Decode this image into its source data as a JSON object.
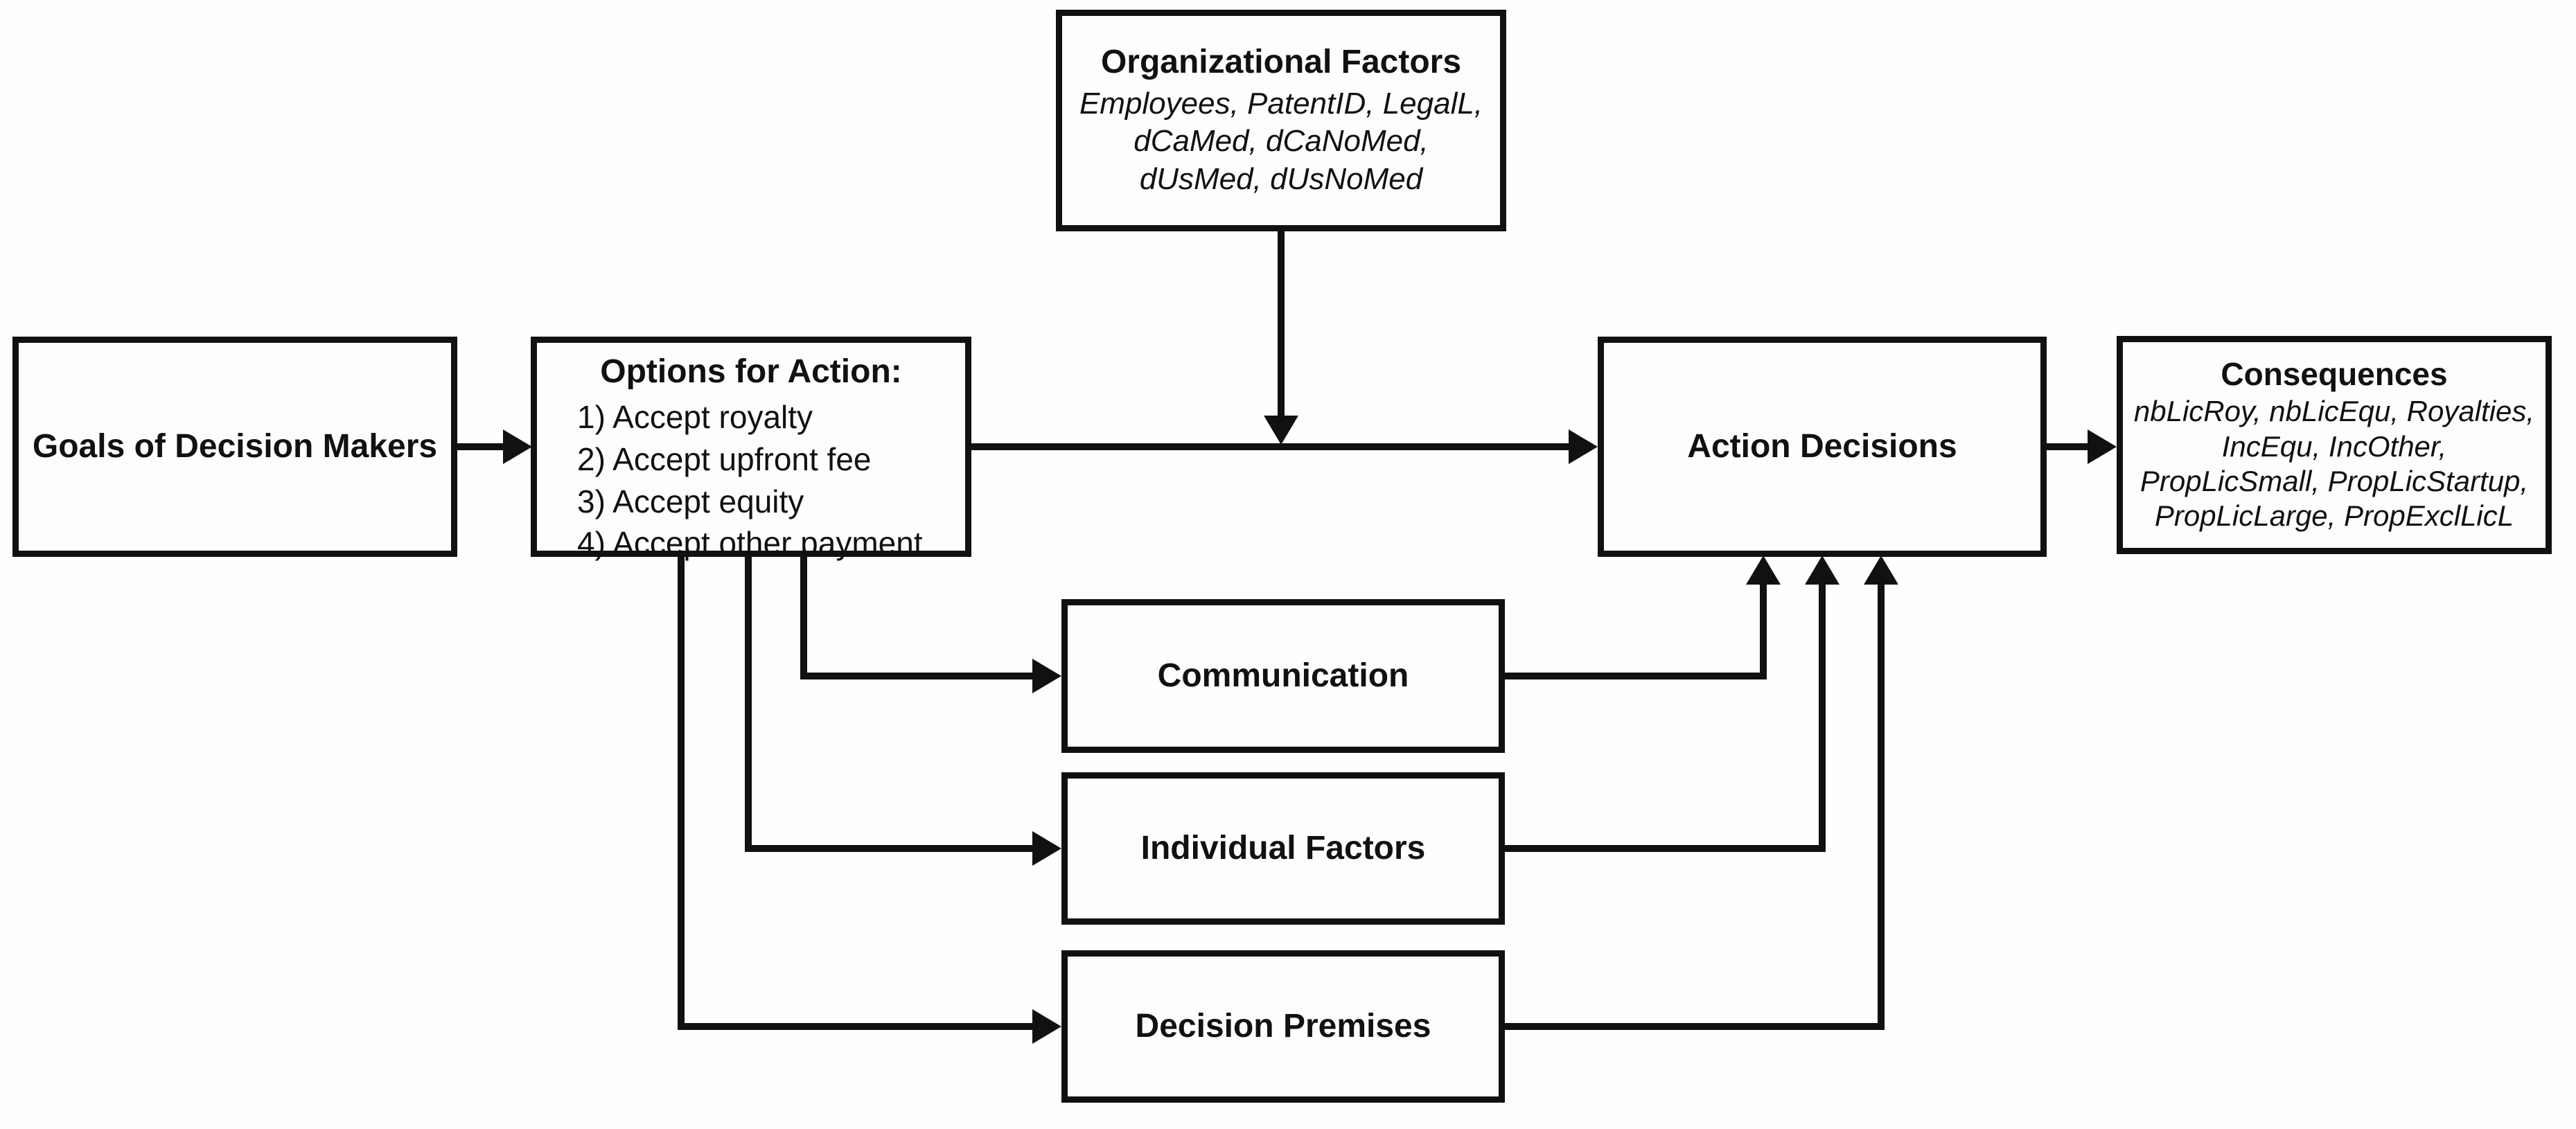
{
  "diagram": {
    "background_color": "#fefefe",
    "line_color": "#111111",
    "nodes": {
      "goals": {
        "title": "Goals of Decision Makers"
      },
      "options": {
        "title": "Options for Action:",
        "items": [
          "1) Accept royalty",
          "2) Accept upfront fee",
          "3) Accept equity",
          "4) Accept other payment"
        ]
      },
      "org_factors": {
        "title": "Organizational Factors",
        "lines": [
          "Employees, PatentID, LegalL,",
          "dCaMed, dCaNoMed,",
          "dUsMed, dUsNoMed"
        ]
      },
      "action_decisions": {
        "title": "Action Decisions"
      },
      "consequences": {
        "title": "Consequences",
        "lines": [
          "nbLicRoy, nbLicEqu, Royalties,",
          "IncEqu, IncOther,",
          "PropLicSmall, PropLicStartup,",
          "PropLicLarge, PropExclLicL"
        ]
      },
      "communication": {
        "title": "Communication"
      },
      "individual_factors": {
        "title": "Individual Factors"
      },
      "decision_premises": {
        "title": "Decision Premises"
      }
    },
    "edges": [
      {
        "from": "goals",
        "to": "options"
      },
      {
        "from": "options",
        "to": "action_decisions"
      },
      {
        "from": "org_factors",
        "to": "options_to_action_decisions_arrow"
      },
      {
        "from": "options",
        "to": "communication"
      },
      {
        "from": "options",
        "to": "individual_factors"
      },
      {
        "from": "options",
        "to": "decision_premises"
      },
      {
        "from": "communication",
        "to": "action_decisions"
      },
      {
        "from": "individual_factors",
        "to": "action_decisions"
      },
      {
        "from": "decision_premises",
        "to": "action_decisions"
      },
      {
        "from": "action_decisions",
        "to": "consequences"
      }
    ]
  }
}
